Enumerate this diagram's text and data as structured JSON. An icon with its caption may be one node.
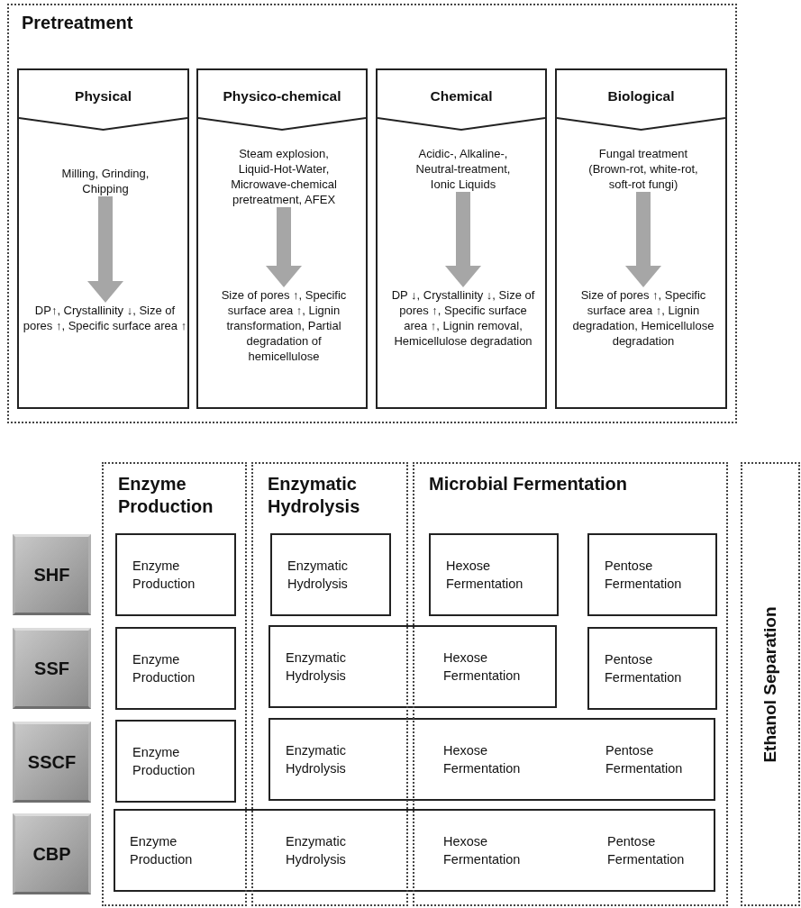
{
  "diagram": {
    "nodes": [
      {
        "text": [
          "Pretreatment"
        ]
      },
      {
        "text": [
          "Physical"
        ],
        "in": 0
      },
      {
        "text": [
          "Milling, Grinding, Chipping"
        ],
        "in": 1
      },
      {
        "text": [
          "DP↑, Crystallinity ↓, Size of pores ↑, Specific surface area ↑"
        ],
        "in": 1
      },
      {
        "text": [
          "Physico-chemical"
        ],
        "in": 0
      },
      {
        "text": [
          "Steam explosion, Liquid-Hot-Water, Microwave-chemical pretreatment, AFEX"
        ],
        "in": 4
      },
      {
        "text": [
          "Size of pores ↑, Specific surface area ↑, Lignin transformation, Partial degradation of hemicellulose"
        ],
        "in": 4
      },
      {
        "text": [
          "Chemical"
        ],
        "in": 0
      },
      {
        "text": [
          "Acidic-, Alkaline-, Neutral-treatment, Ionic Liquids"
        ],
        "in": 7
      },
      {
        "text": [
          "DP ↓, Crystallinity ↓, Size of pores ↑, Specific surface area ↑, Lignin removal, Hemicellulose degradation"
        ],
        "in": 7
      },
      {
        "text": [
          "Biological"
        ],
        "in": 0
      },
      {
        "text": [
          "Fungal treatment (Brown-rot, white-rot, soft-rot fungi)"
        ],
        "in": 10
      },
      {
        "text": [
          "Size of pores ↑, Specific surface area ↑, Lignin degradation, Hemicellulose degradation"
        ],
        "in": 10
      },
      {
        "text": [
          "Enzyme Production"
        ]
      },
      {
        "text": [
          "Enzymatic Hydrolysis"
        ]
      },
      {
        "text": [
          "Microbial Fermentation"
        ]
      },
      {
        "text": [
          "Ethanol Separation"
        ]
      },
      {
        "text": [
          "SHF"
        ]
      },
      {
        "text": [
          "Enzyme Production"
        ],
        "in": 13
      },
      {
        "text": [
          "Enzymatic Hydrolysis"
        ],
        "in": 14
      },
      {
        "text": [
          "Hexose Fermentation"
        ],
        "in": 15
      },
      {
        "text": [
          "Pentose Fermentation"
        ],
        "in": 15
      },
      {
        "text": [
          "SSF"
        ]
      },
      {
        "text": [
          "Enzyme Production"
        ],
        "in": 13
      },
      {
        "text": [
          "Enzymatic Hydrolysis",
          "Hexose Fermentation"
        ]
      },
      {
        "text": [
          "Pentose Fermentation"
        ],
        "in": 15
      },
      {
        "text": [
          "SSCF"
        ]
      },
      {
        "text": [
          "Enzyme Production"
        ],
        "in": 13
      },
      {
        "text": [
          "Enzymatic Hydrolysis",
          "Hexose Fermentation",
          "Pentose Fermentation"
        ]
      },
      {
        "text": [
          "CBP"
        ]
      },
      {
        "text": [
          "Enzyme Production",
          "Enzymatic Hydrolysis",
          "Hexose Fermentation",
          "Pentose Fermentation"
        ]
      }
    ],
    "edges": [
      {
        "from": 2,
        "to": 3,
        "arrow": "to"
      },
      {
        "from": 5,
        "to": 6,
        "arrow": "to"
      },
      {
        "from": 8,
        "to": 9,
        "arrow": "to"
      },
      {
        "from": 11,
        "to": 12,
        "arrow": "to"
      }
    ]
  }
}
